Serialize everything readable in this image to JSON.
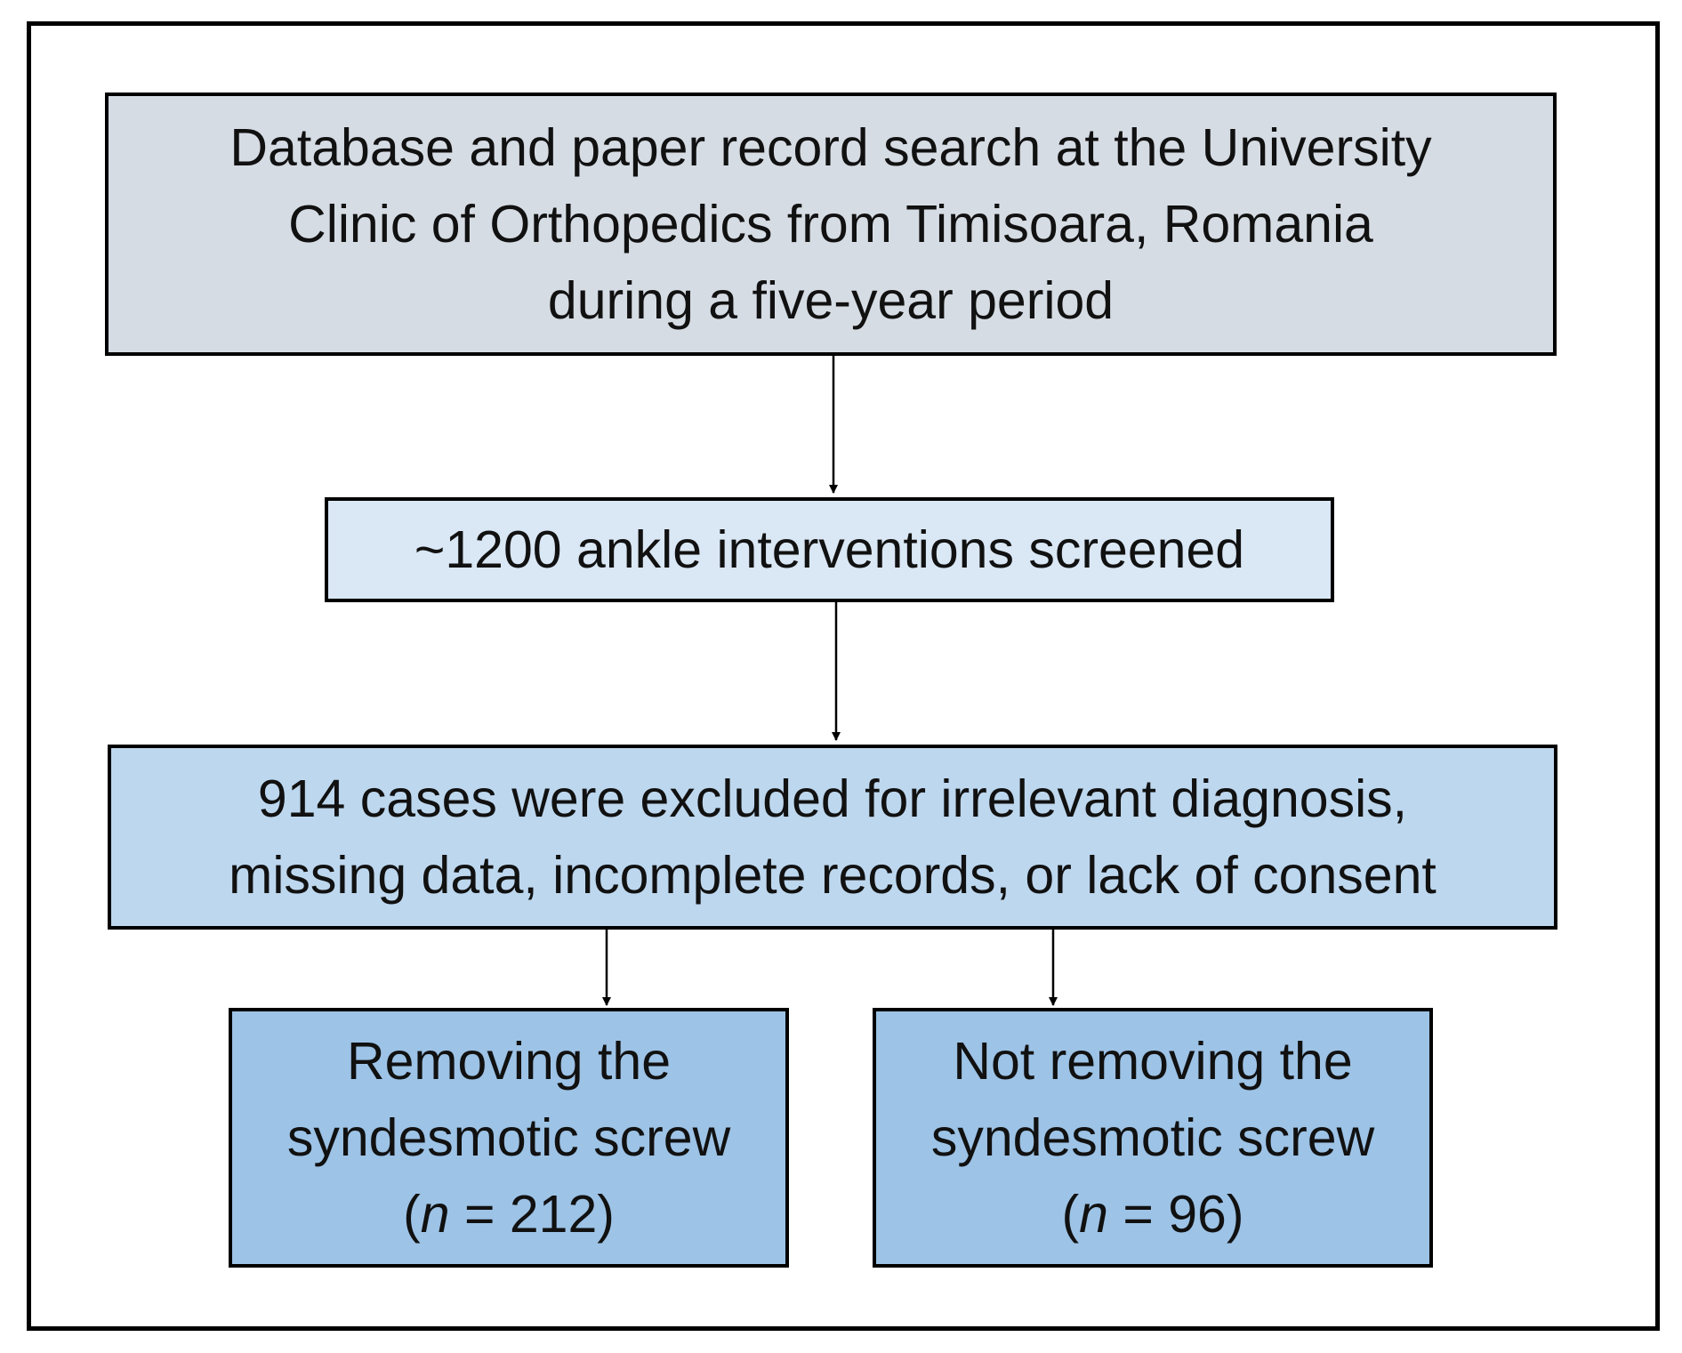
{
  "colors": {
    "border": "#000000",
    "box_search": "#d6dce4",
    "box_screened": "#dae7f4",
    "box_excluded": "#bdd7ee",
    "box_groups": "#9dc3e6"
  },
  "boxes": {
    "search": {
      "lines": [
        "Database and paper record search at the University",
        "Clinic of Orthopedics from Timisoara, Romania",
        "during a five-year period"
      ]
    },
    "screened": {
      "lines": [
        "~1200 ankle interventions screened"
      ]
    },
    "excluded": {
      "lines": [
        "914 cases were excluded for irrelevant diagnosis,",
        "missing data, incomplete records, or lack of consent"
      ]
    },
    "removing": {
      "lines": [
        "Removing the",
        "syndesmotic screw"
      ],
      "n_label": "n",
      "n_value": "= 212)"
    },
    "not_removing": {
      "lines": [
        "Not removing the",
        "syndesmotic screw"
      ],
      "n_label": "n",
      "n_value": "= 96)"
    }
  }
}
